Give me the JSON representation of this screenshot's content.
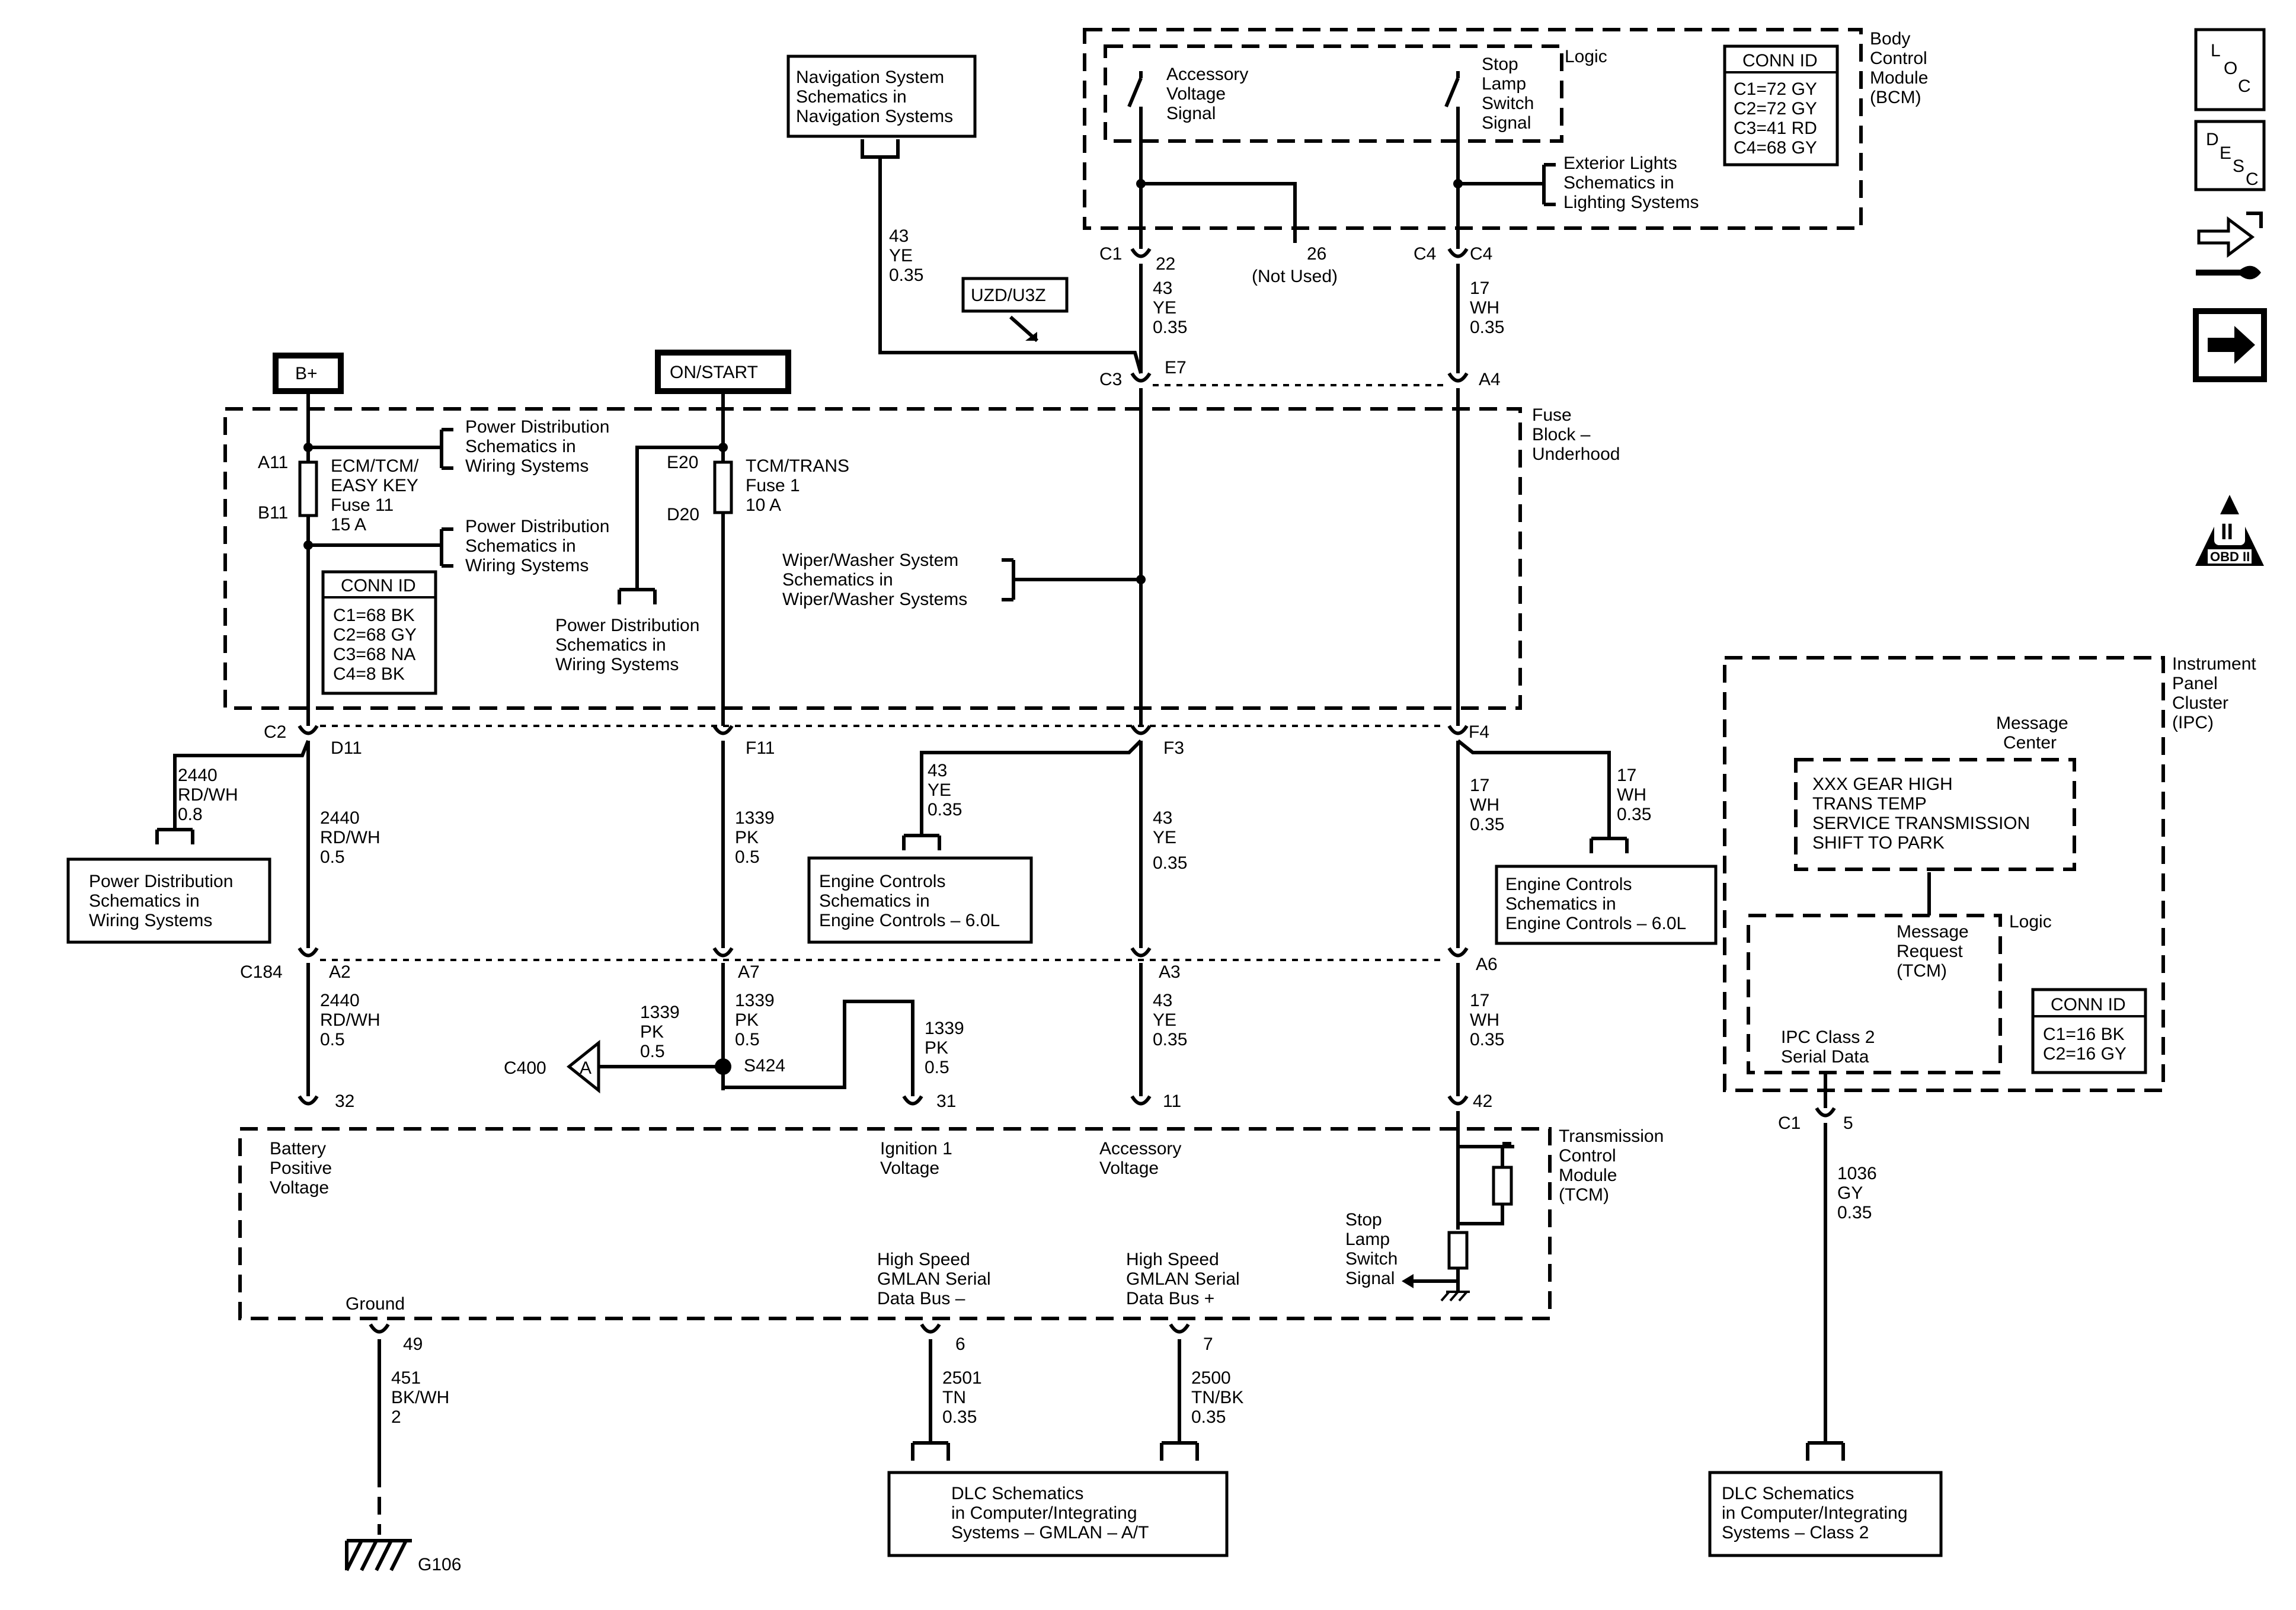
{
  "header": {
    "b_plus": "B+",
    "on_start": "ON/START",
    "uzd": "UZD/U3Z"
  },
  "bcm": {
    "name": [
      "Body",
      "Control",
      "Module",
      "(BCM)"
    ],
    "logic": "Logic",
    "accessory_signal": [
      "Accessory",
      "Voltage",
      "Signal"
    ],
    "stop_lamp_signal": [
      "Stop",
      "Lamp",
      "Switch",
      "Signal"
    ],
    "conn_id_title": "CONN ID",
    "conn_ids": [
      "C1=72 GY",
      "C2=72 GY",
      "C3=41 RD",
      "C4=68 GY"
    ],
    "exterior_lights": [
      "Exterior Lights",
      "Schematics in",
      "Lighting Systems"
    ],
    "c1": "C1",
    "c1_pin": "22",
    "c4": "C4",
    "c4_pin": "C4",
    "not_used_pin": "26",
    "not_used": "(Not Used)"
  },
  "navigation": {
    "ref": [
      "Navigation System",
      "Schematics in",
      "Navigation Systems"
    ],
    "wire": [
      "43",
      "YE",
      "0.35"
    ]
  },
  "wires_top": {
    "accessory": [
      "43",
      "YE",
      "0.35"
    ],
    "stop": [
      "17",
      "WH",
      "0.35"
    ]
  },
  "fuse_block": {
    "name": [
      "Fuse",
      "Block –",
      "Underhood"
    ],
    "c3": "C3",
    "e7": "E7",
    "a4": "A4",
    "a11": "A11",
    "b11": "B11",
    "e20": "E20",
    "d20": "D20",
    "fuse11": [
      "ECM/TCM/",
      "EASY KEY",
      "Fuse 11",
      "15 A"
    ],
    "fuse1": [
      "TCM/TRANS",
      "Fuse 1",
      "10 A"
    ],
    "power_ref": [
      "Power Distribution",
      "Schematics in",
      "Wiring Systems"
    ],
    "wiper_ref": [
      "Wiper/Washer System",
      "Schematics in",
      "Wiper/Washer Systems"
    ],
    "conn_id_title": "CONN ID",
    "conn_ids": [
      "C1=68 BK",
      "C2=68 GY",
      "C3=68 NA",
      "C4=8 BK"
    ],
    "c2": "C2",
    "d11": "D11",
    "f11": "F11",
    "f3": "F3",
    "f4": "F4"
  },
  "wires_mid": {
    "branch_power": [
      "2440",
      "RD/WH",
      "0.8"
    ],
    "b_plus": [
      "2440",
      "RD/WH",
      "0.5"
    ],
    "ignition": [
      "1339",
      "PK",
      "0.5"
    ],
    "engine_ye": [
      "43",
      "YE",
      "0.35"
    ],
    "accessory": [
      "43",
      "YE",
      "0.35"
    ],
    "stop": [
      "17",
      "WH",
      "0.35"
    ],
    "engine_wh": [
      "17",
      "WH",
      "0.35"
    ]
  },
  "refs_mid": {
    "power": [
      "Power Distribution",
      "Schematics in",
      "Wiring Systems"
    ],
    "engine_left": [
      "Engine Controls",
      "Schematics in",
      "Engine Controls – 6.0L"
    ],
    "engine_right": [
      "Engine Controls",
      "Schematics in",
      "Engine Controls – 6.0L"
    ]
  },
  "c184": {
    "name": "C184",
    "a2": "A2",
    "a7": "A7",
    "a3": "A3",
    "a6": "A6"
  },
  "wires_low": {
    "b_plus": [
      "2440",
      "RD/WH",
      "0.5"
    ],
    "ign": [
      "1339",
      "PK",
      "0.5"
    ],
    "to_c400": [
      "1339",
      "PK",
      "0.5"
    ],
    "to_tcm": [
      "1339",
      "PK",
      "0.5"
    ],
    "accessory": [
      "43",
      "YE",
      "0.35"
    ],
    "stop": [
      "17",
      "WH",
      "0.35"
    ],
    "c400": "C400",
    "arrow": "A",
    "splice": "S424"
  },
  "tcm": {
    "name": [
      "Transmission",
      "Control",
      "Module",
      "(TCM)"
    ],
    "pins": [
      "32",
      "31",
      "11",
      "42"
    ],
    "battery": [
      "Battery",
      "Positive",
      "Voltage"
    ],
    "ignition": [
      "Ignition 1",
      "Voltage"
    ],
    "accessory": [
      "Accessory",
      "Voltage"
    ],
    "stop_signal": [
      "Stop",
      "Lamp",
      "Switch",
      "Signal"
    ],
    "ground": "Ground",
    "gmlan_minus": [
      "High Speed",
      "GMLAN Serial",
      "Data Bus –"
    ],
    "gmlan_plus": [
      "High Speed",
      "GMLAN Serial",
      "Data Bus +"
    ],
    "bottom_pins": [
      "49",
      "6",
      "7"
    ]
  },
  "wires_bottom": {
    "ground": [
      "451",
      "BK/WH",
      "2"
    ],
    "tn": [
      "2501",
      "TN",
      "0.35"
    ],
    "tnbk": [
      "2500",
      "TN/BK",
      "0.35"
    ],
    "gy": [
      "1036",
      "GY",
      "0.35"
    ],
    "g106": "G106"
  },
  "dlc": {
    "gmlan": [
      "DLC Schematics",
      "in Computer/Integrating",
      "Systems – GMLAN – A/T"
    ],
    "class2": [
      "DLC Schematics",
      "in Computer/Integrating",
      "Systems – Class 2"
    ]
  },
  "ipc": {
    "name": [
      "Instrument",
      "Panel",
      "Cluster",
      "(IPC)"
    ],
    "message_center": [
      "Message",
      "Center"
    ],
    "messages": [
      "XXX GEAR HIGH",
      "TRANS TEMP",
      "SERVICE TRANSMISSION",
      "SHIFT TO PARK"
    ],
    "logic": "Logic",
    "request": [
      "Message",
      "Request",
      "(TCM)"
    ],
    "serial": [
      "IPC Class 2",
      "Serial Data"
    ],
    "conn_id_title": "CONN ID",
    "conn_ids": [
      "C1=16 BK",
      "C2=16 GY"
    ],
    "c1": "C1",
    "pin": "5"
  },
  "sidebar": {
    "loc": [
      "L",
      "O",
      "C"
    ],
    "desc": [
      "D",
      "E",
      "S",
      "C"
    ],
    "obd": "OBD II",
    "obd_numeral": "II"
  }
}
